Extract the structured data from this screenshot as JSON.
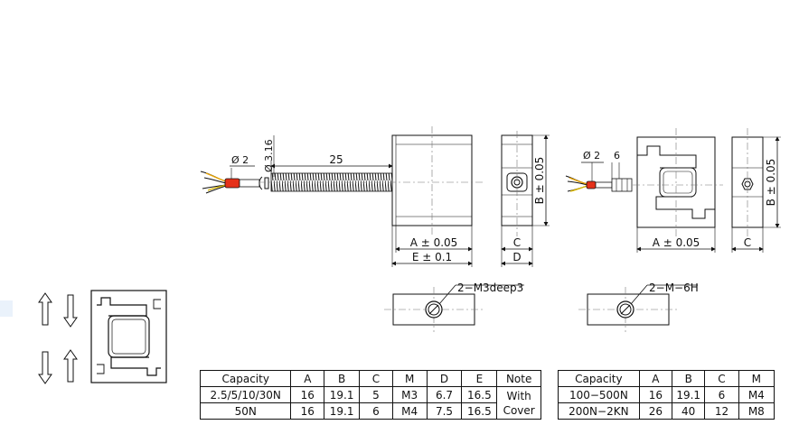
{
  "dims": {
    "wire_dia": "Ø 2",
    "cable_dia": "Ø 3.16",
    "cable_len": "25",
    "a_tol": "A ± 0.05",
    "e_tol": "E ± 0.1",
    "c": "C",
    "d": "D",
    "b_tol": "B ± 0.05",
    "wire_dia_2": "Ø 2",
    "conn_len": "6",
    "a_tol_2": "A ± 0.05",
    "c_2": "C",
    "b_tol_2": "B ± 0.05",
    "thread_1": "2−M3deep3",
    "thread_2": "2−M−6H"
  },
  "table1": {
    "headers": [
      "Capacity",
      "A",
      "B",
      "C",
      "M",
      "D",
      "E",
      "Note"
    ],
    "rows": [
      [
        "2.5/5/10/30N",
        "16",
        "19.1",
        "5",
        "M3",
        "6.7",
        "16.5"
      ],
      [
        "50N",
        "16",
        "19.1",
        "6",
        "M4",
        "7.5",
        "16.5"
      ]
    ],
    "note_line1": "With",
    "note_line2": "Cover"
  },
  "table2": {
    "headers": [
      "Capacity",
      "A",
      "B",
      "C",
      "M"
    ],
    "rows": [
      [
        "100−500N",
        "16",
        "19.1",
        "6",
        "M4"
      ],
      [
        "200N−2KN",
        "26",
        "40",
        "12",
        "M8"
      ]
    ]
  }
}
